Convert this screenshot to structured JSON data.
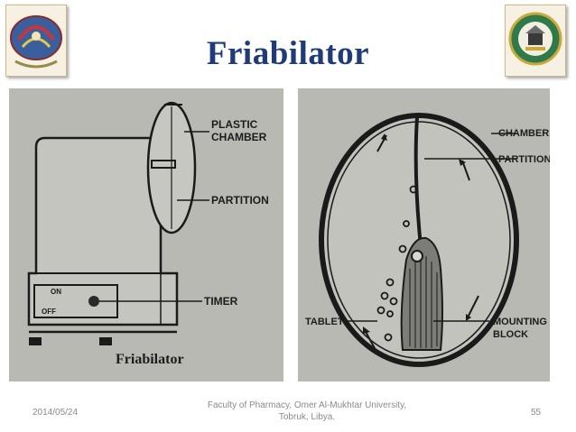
{
  "slide": {
    "title": "Friabilator",
    "left_figure": {
      "labels": {
        "plastic_1": "PLASTIC",
        "plastic_2": "CHAMBER",
        "partition": "PARTITION",
        "timer": "TIMER",
        "on": "ON",
        "off": "OFF",
        "caption": "Friabilator"
      }
    },
    "right_figure": {
      "labels": {
        "chamber": "CHAMBER",
        "partition": "PARTITION",
        "tablet": "TABLET",
        "mounting_1": "MOUNTING",
        "mounting_2": "BLOCK"
      }
    },
    "footer": {
      "date": "2014/05/24",
      "center_line1": "Faculty of Pharmacy, Omer Al-Mukhtar University,",
      "center_line2": "Tobruk, Libya.",
      "page": "55"
    }
  }
}
